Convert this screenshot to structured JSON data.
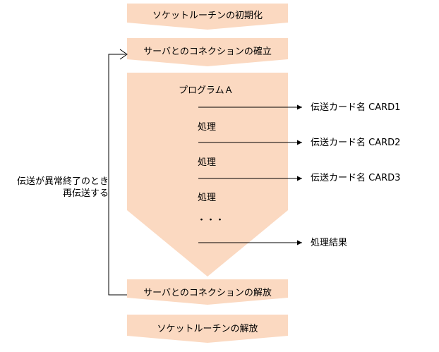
{
  "steps": {
    "socket_init": "ソケットルーチンの初期化",
    "connect": "サーバとのコネクションの確立",
    "disconnect": "サーバとのコネクションの解放",
    "socket_release": "ソケットルーチンの解放"
  },
  "program": {
    "title": "プログラムＡ",
    "process_1": "処理",
    "process_2": "処理",
    "process_3": "処理",
    "ellipsis": "・・・"
  },
  "outputs": {
    "card1": "伝送カード名 CARD1",
    "card2": "伝送カード名 CARD2",
    "card3": "伝送カード名 CARD3",
    "result": "処理結果"
  },
  "retry": {
    "line1": "伝送が異常終了のとき",
    "line2": "再伝送する"
  },
  "colors": {
    "box_fill": "#fbd9c1",
    "line": "#000000"
  }
}
